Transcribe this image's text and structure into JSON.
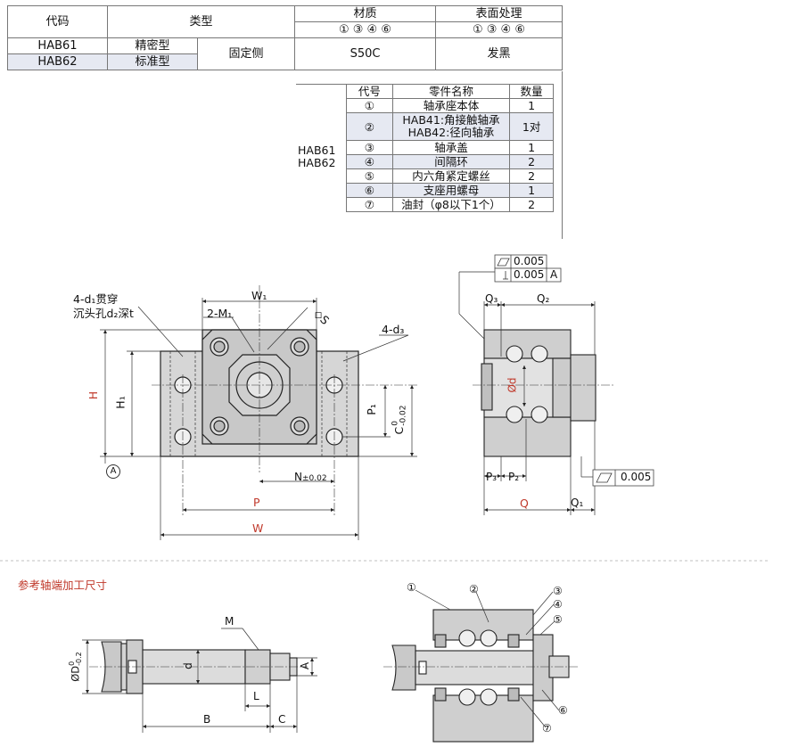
{
  "top_table": {
    "headers": {
      "code": "代码",
      "type": "类型",
      "material": "材质",
      "material_nums": "① ③ ④ ⑥",
      "surface": "表面处理",
      "surface_nums": "① ③ ④ ⑥"
    },
    "rows": [
      {
        "code": "HAB61",
        "type": "精密型"
      },
      {
        "code": "HAB62",
        "type": "标准型"
      }
    ],
    "side": "固定侧",
    "material_value": "S50C",
    "surface_value": "发黑"
  },
  "parts_table": {
    "side_label_1": "HAB61",
    "side_label_2": "HAB62",
    "headers": {
      "no": "代号",
      "name": "零件名称",
      "qty": "数量"
    },
    "rows": [
      {
        "no": "①",
        "name": "轴承座本体",
        "qty": "1"
      },
      {
        "no": "②",
        "name": "HAB41:角接触轴承",
        "name2": "HAB42:径向轴承",
        "qty": "1对"
      },
      {
        "no": "③",
        "name": "轴承盖",
        "qty": "1"
      },
      {
        "no": "④",
        "name": "间隔环",
        "qty": "2"
      },
      {
        "no": "⑤",
        "name": "内六角紧定螺丝",
        "qty": "2"
      },
      {
        "no": "⑥",
        "name": "支座用螺母",
        "qty": "1"
      },
      {
        "no": "⑦",
        "name": "油封（φ8以下1个）",
        "qty": "2"
      }
    ]
  },
  "front_view": {
    "hole_note_1": "4-d₁贯穿",
    "hole_note_2": "沉头孔d₂深t",
    "w1": "W₁",
    "m1": "2-M₁",
    "s": "S",
    "d3": "4-d₃",
    "h": "H",
    "h1": "H₁",
    "p1": "P₁",
    "c": "C",
    "c_tol_top": "0",
    "c_tol_bot": "-0.02",
    "n": "N",
    "n_tol": "±0.02",
    "p": "P",
    "w": "W",
    "datum": "A"
  },
  "side_view": {
    "flat1": "0.005",
    "perp": "0.005",
    "perp_ref": "A",
    "q3": "Q₃",
    "q2": "Q₂",
    "d": "Ød",
    "p3": "P₃",
    "p2": "P₂",
    "flat2": "0.005",
    "q": "Q",
    "q1": "Q₁"
  },
  "reference": {
    "title": "参考轴端加工尺寸",
    "m": "M",
    "d_dim": "ØD",
    "d_tol_top": "0",
    "d_tol_bot": "-0.2",
    "d_small": "d",
    "a": "A",
    "l": "L",
    "b": "B",
    "c": "C",
    "callouts": [
      "①",
      "②",
      "③",
      "④",
      "⑤",
      "⑥",
      "⑦"
    ]
  }
}
